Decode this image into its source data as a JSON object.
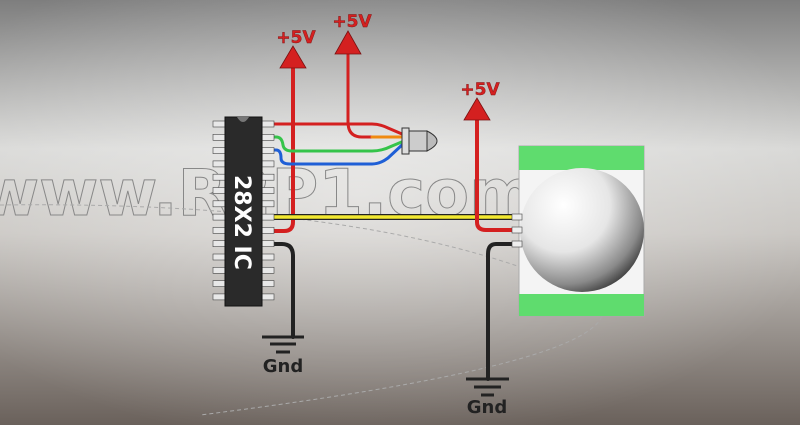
{
  "diagram": {
    "watermark": "www.R2P1.com",
    "ic_label": "28X2 IC",
    "power_labels": [
      "+5V",
      "+5V",
      "+5V"
    ],
    "ground_labels": [
      "Gnd",
      "Gnd"
    ],
    "colors": {
      "power": "#d42020",
      "ground": "#222222",
      "signal_yellow": "#f2e830",
      "led_green": "#35c44a",
      "led_blue": "#1f5fd6",
      "led_orange": "#f08a10",
      "pir_band": "#5fdc6e"
    }
  }
}
